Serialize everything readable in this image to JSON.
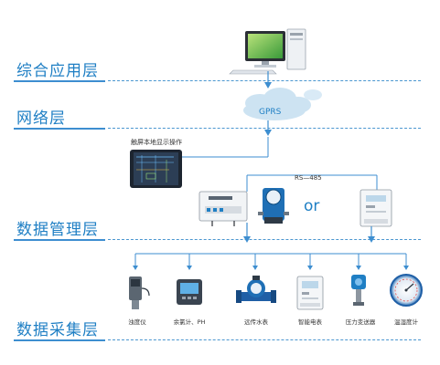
{
  "layers": {
    "application": "综合应用层",
    "network": "网络层",
    "data_management": "数据管理层",
    "data_collection": "数据采集层"
  },
  "network": {
    "cloud_label": "GPRS"
  },
  "management": {
    "touch_label": "触屏本地显示操作",
    "bus_label": "RS—485",
    "or_label": "or"
  },
  "sensors": [
    {
      "label": "浊度仪",
      "icon": "turbidity-meter-icon"
    },
    {
      "label": "余氯计、PH",
      "icon": "chlorine-ph-meter-icon"
    },
    {
      "label": "远传水表",
      "icon": "remote-water-meter-icon"
    },
    {
      "label": "智能电表",
      "icon": "smart-electric-meter-icon"
    },
    {
      "label": "压力变送器",
      "icon": "pressure-transmitter-icon"
    },
    {
      "label": "温湿度计",
      "icon": "hygrothermograph-icon"
    }
  ],
  "colors": {
    "accent": "#1f7fc4",
    "line": "#3d8ed0",
    "cloud": "#cde3f2"
  }
}
